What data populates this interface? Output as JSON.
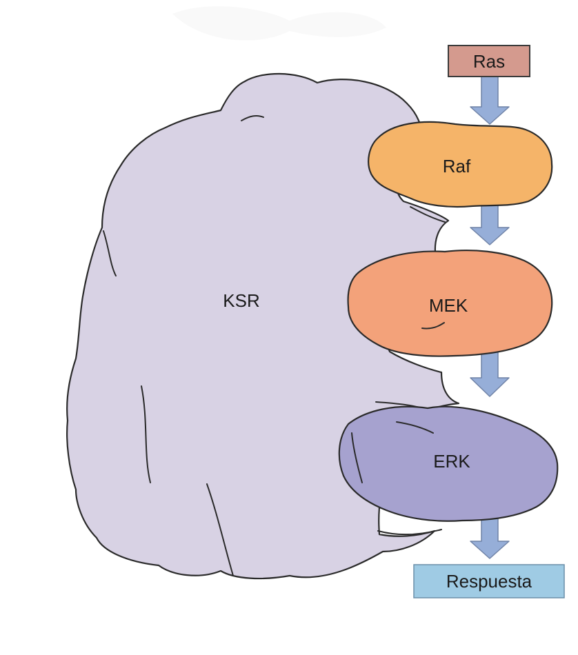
{
  "diagram": {
    "nodes": {
      "ksr": {
        "label": "KSR",
        "color": "#d8d2e4"
      },
      "ras": {
        "label": "Ras",
        "color": "#d49a8e"
      },
      "raf": {
        "label": "Raf",
        "color": "#f5b469"
      },
      "mek": {
        "label": "MEK",
        "color": "#f3a27a"
      },
      "erk": {
        "label": "ERK",
        "color": "#a6a2cf"
      },
      "respuesta": {
        "label": "Respuesta",
        "color": "#9fcbe4"
      }
    },
    "arrows": [
      {
        "from": "Ras",
        "to": "Raf"
      },
      {
        "from": "Raf",
        "to": "MEK"
      },
      {
        "from": "MEK",
        "to": "ERK"
      },
      {
        "from": "ERK",
        "to": "Respuesta"
      }
    ],
    "arrow_color": "#96aed8"
  }
}
